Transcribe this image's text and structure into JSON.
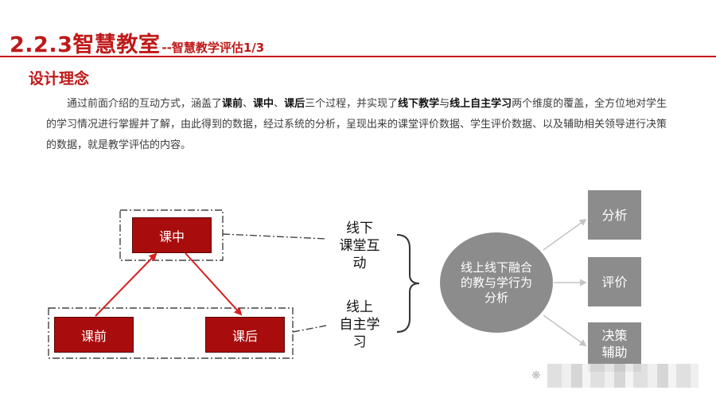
{
  "header": {
    "title_main": "2.2.3智慧教室",
    "title_sub": "--智慧教学评估1/3"
  },
  "section": {
    "title": "设计理念"
  },
  "paragraph": {
    "p1": "通过前面介绍的互动方式，涵盖了",
    "b1": "课前",
    "p2": "、",
    "b2": "课中",
    "p3": "、",
    "b3": "课后",
    "p4": "三个过程，并实现了",
    "b4": "线下教学",
    "p5": "与",
    "b5": "线上自主学习",
    "p6": "两个维度的覆盖，全方位地对学生的学习情况进行掌握并了解，由此得到的数据，经过系统的分析，呈现出来的课堂评价数据、学生评价数据、以及辅助相关领导进行决策的数据，就是教学评估的内容。"
  },
  "diagram": {
    "node_kezhong": "课中",
    "node_keqian": "课前",
    "node_kehou": "课后",
    "label_offline_lines": [
      "线下",
      "课堂互",
      "动"
    ],
    "label_online_lines": [
      "线上",
      "自主学",
      "习"
    ],
    "center_text": "线上线下融合的教与学行为分析",
    "box_analysis": "分析",
    "box_evaluation": "评价",
    "box_decision_lines": [
      "决策",
      "辅助"
    ],
    "colors": {
      "accent_red": "#c01818",
      "node_red": "#a80c0c",
      "gray": "#8c8c8c"
    }
  },
  "watermark": {
    "icon": "wechat-icon"
  }
}
